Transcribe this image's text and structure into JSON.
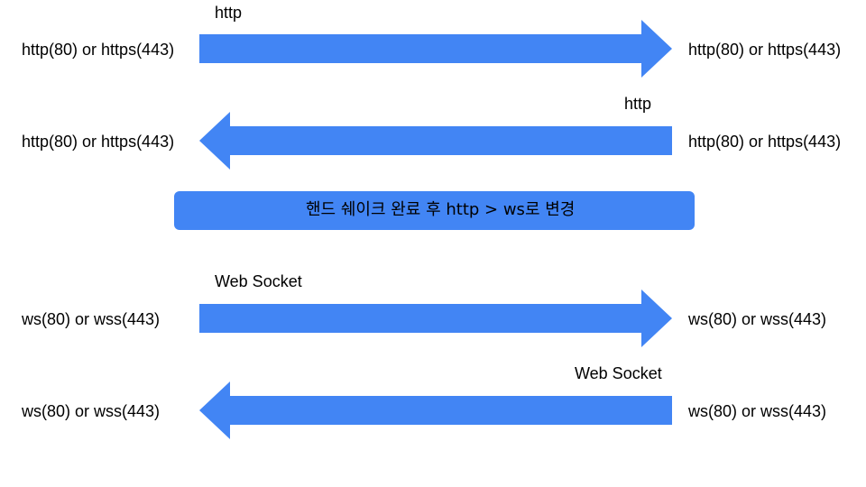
{
  "colors": {
    "arrow": "#4285f4",
    "banner": "#4285f4",
    "text": "#000000"
  },
  "rows": [
    {
      "direction": "right",
      "caption": "http",
      "left_label": "http(80) or https(443)",
      "right_label": "http(80) or https(443)"
    },
    {
      "direction": "left",
      "caption": "http",
      "left_label": "http(80) or https(443)",
      "right_label": "http(80) or https(443)"
    },
    {
      "direction": "right",
      "caption": "Web Socket",
      "left_label": "ws(80) or wss(443)",
      "right_label": "ws(80) or wss(443)"
    },
    {
      "direction": "left",
      "caption": "Web Socket",
      "left_label": "ws(80) or wss(443)",
      "right_label": "ws(80) or wss(443)"
    }
  ],
  "banner": {
    "text": "핸드 쉐이크 완료 후 http > ws로 변경"
  }
}
